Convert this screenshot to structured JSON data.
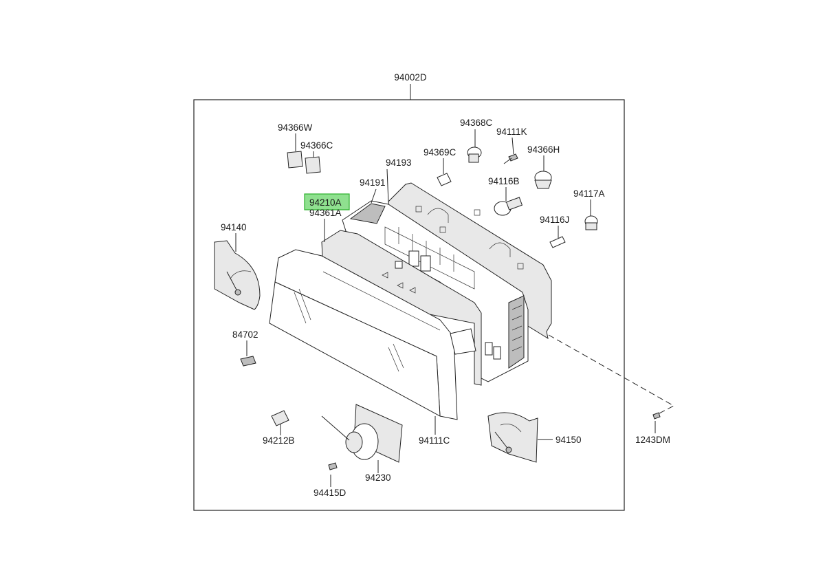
{
  "diagram": {
    "assembly_label": "94002D",
    "highlight_color": "#8fe08f",
    "highlight_border": "#2bb02b",
    "parts": [
      {
        "id": "p94366W",
        "number": "94366W"
      },
      {
        "id": "p94366C",
        "number": "94366C"
      },
      {
        "id": "p94210A",
        "number": "94210A",
        "highlighted": true
      },
      {
        "id": "p94361A",
        "number": "94361A"
      },
      {
        "id": "p94191",
        "number": "94191"
      },
      {
        "id": "p94193",
        "number": "94193"
      },
      {
        "id": "p94369C",
        "number": "94369C"
      },
      {
        "id": "p94368C",
        "number": "94368C"
      },
      {
        "id": "p94111K",
        "number": "94111K"
      },
      {
        "id": "p94366H",
        "number": "94366H"
      },
      {
        "id": "p94116B",
        "number": "94116B"
      },
      {
        "id": "p94117A",
        "number": "94117A"
      },
      {
        "id": "p94116J",
        "number": "94116J"
      },
      {
        "id": "p94140",
        "number": "94140"
      },
      {
        "id": "p84702",
        "number": "84702"
      },
      {
        "id": "p94212B",
        "number": "94212B"
      },
      {
        "id": "p94230",
        "number": "94230"
      },
      {
        "id": "p94415D",
        "number": "94415D"
      },
      {
        "id": "p94111C",
        "number": "94111C"
      },
      {
        "id": "p94150",
        "number": "94150"
      },
      {
        "id": "p1243DM",
        "number": "1243DM"
      }
    ]
  }
}
